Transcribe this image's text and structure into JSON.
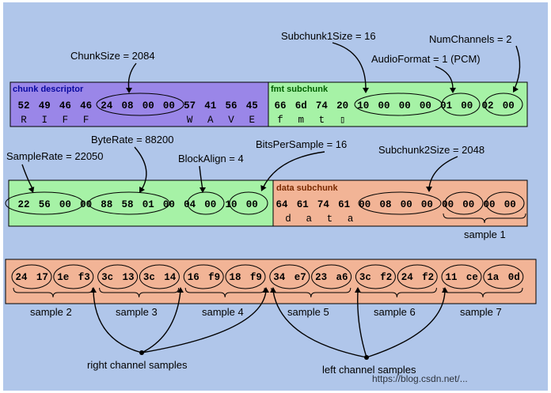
{
  "colors": {
    "background": "#b0c6ea",
    "chunk_descriptor": "#9a86e8",
    "fmt_subchunk": "#a6f2a6",
    "data_subchunk": "#f2b496",
    "sample_strip": "#f2b496",
    "header_text_blue": "#0a0aa0",
    "header_text_green": "#006000",
    "header_text_brown": "#7a2a00"
  },
  "row1": {
    "chunk_descriptor": {
      "title": "chunk descriptor",
      "bytes": [
        "52",
        "49",
        "46",
        "46",
        "24",
        "08",
        "00",
        "00",
        "57",
        "41",
        "56",
        "45"
      ],
      "chars": [
        "R",
        "I",
        "F",
        "F",
        "",
        "",
        "",
        "",
        "W",
        "A",
        "V",
        "E"
      ]
    },
    "fmt_subchunk": {
      "title": "fmt subchunk",
      "bytes": [
        "66",
        "6d",
        "74",
        "20",
        "10",
        "00",
        "00",
        "00",
        "01",
        "00",
        "02",
        "00"
      ],
      "chars": [
        "f",
        "m",
        "t",
        "▯",
        "",
        "",
        "",
        "",
        "",
        "",
        "",
        ""
      ]
    }
  },
  "row2": {
    "fmt_cont": {
      "bytes": [
        "22",
        "56",
        "00",
        "00",
        "88",
        "58",
        "01",
        "00",
        "04",
        "00",
        "10",
        "00"
      ]
    },
    "data_subchunk": {
      "title": "data subchunk",
      "bytes": [
        "64",
        "61",
        "74",
        "61",
        "00",
        "08",
        "00",
        "00",
        "00",
        "00",
        "00",
        "00"
      ],
      "chars": [
        "d",
        "a",
        "t",
        "a",
        "",
        "",
        "",
        "",
        "",
        "",
        "",
        ""
      ]
    }
  },
  "row3": {
    "bytes": [
      "24",
      "17",
      "1e",
      "f3",
      "3c",
      "13",
      "3c",
      "14",
      "16",
      "f9",
      "18",
      "f9",
      "34",
      "e7",
      "23",
      "a6",
      "3c",
      "f2",
      "24",
      "f2",
      "11",
      "ce",
      "1a",
      "0d"
    ]
  },
  "labels": {
    "chunk_size": "ChunkSize = 2084",
    "subchunk1_size": "Subchunk1Size = 16",
    "num_channels": "NumChannels = 2",
    "audio_format": "AudioFormat = 1 (PCM)",
    "byte_rate": "ByteRate = 88200",
    "bits_per_sample": "BitsPerSample = 16",
    "sample_rate": "SampleRate = 22050",
    "block_align": "BlockAlign = 4",
    "subchunk2_size": "Subchunk2Size = 2048",
    "sample1": "sample 1",
    "sample2": "sample 2",
    "sample3": "sample 3",
    "sample4": "sample 4",
    "sample5": "sample 5",
    "sample6": "sample 6",
    "sample7": "sample 7",
    "right_channel": "right channel samples",
    "left_channel": "left channel samples"
  },
  "watermark": "https://blog.csdn.net/..."
}
